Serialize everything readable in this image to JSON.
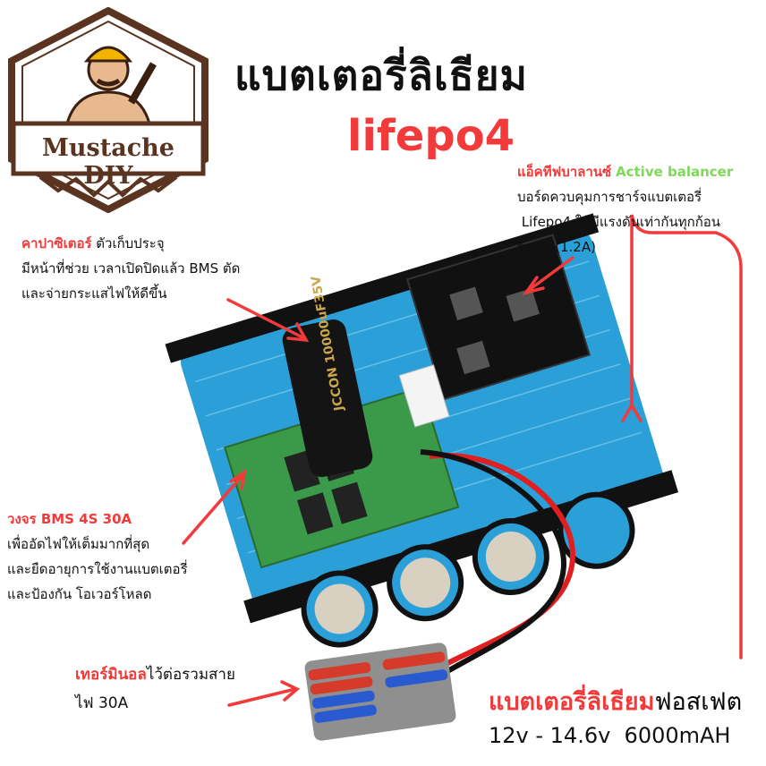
{
  "logo": {
    "brand": "Mustache DIY"
  },
  "header": {
    "title": "แบตเตอรี่ลิเธียม",
    "subtitle": "lifepo4"
  },
  "annotations": {
    "balancer": {
      "title_th": "แอ็คทีฟบาลานซ์",
      "title_en": "Active balancer",
      "lines": [
        "บอร์ดควบคุมการชาร์จแบตเตอรี่",
        " Lifepo4 ให้มีแรงดันเท่ากันทุกก้อน",
        "รุ่น 4S(1.2A)"
      ]
    },
    "capacitor": {
      "title": "คาปาซิเตอร์",
      "title_rest": " ตัวเก็บประจุ",
      "lines": [
        "มีหน้าที่ช่วย เวลาเปิดปิดแล้ว BMS ตัด",
        "และจ่ายกระแสไฟให้ดีขึ้น"
      ]
    },
    "bms": {
      "title": "วงจร BMS 4S 30A",
      "lines": [
        "เพื่ออัดไฟให้เต็มมากที่สุด",
        "และยืดอายุการใช้งานแบตเตอรี่",
        "และป้องกัน โอเวอร์โหลด"
      ]
    },
    "terminal": {
      "title": "เทอร์มินอล",
      "title_rest": "ไว้ต่อรวมสาย",
      "lines": [
        "ไฟ 30A"
      ]
    },
    "battery": {
      "title": "แบตเตอรี่ลิเธียม",
      "title_rest": "ฟอสเฟต",
      "spec": "12v - 14.6v  6000mAH"
    }
  },
  "colors": {
    "accent_red": "#f23a3a",
    "accent_green": "#7ed957",
    "logo_brown": "#5a3420",
    "cell_blue": "#2a9fd8",
    "pcb_green": "#3a9a4a"
  }
}
